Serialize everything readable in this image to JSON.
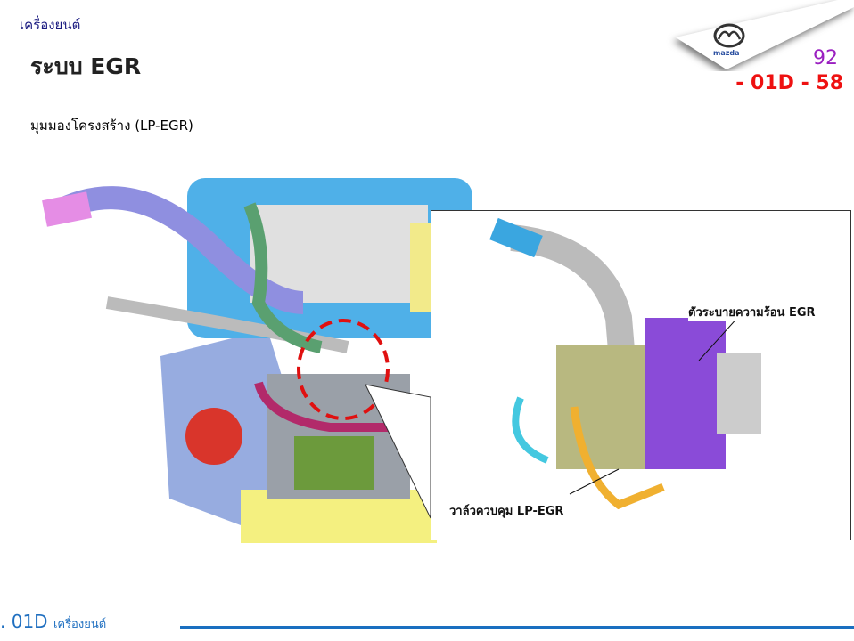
{
  "header": {
    "section": "เครื่องยนต์",
    "title": "ระบบ EGR",
    "subtitle": "มุมมองโครงสร้าง (LP-EGR)",
    "page_number": "92",
    "page_code": "- 01D - 58"
  },
  "logo": {
    "brand": "mazda"
  },
  "figure": {
    "callout_cooler": "ตัวระบายความร้อน EGR",
    "callout_valve": "วาล์วควบคุม LP-EGR"
  },
  "footer": {
    "code": ". 01D",
    "section": "เครื่องยนต์"
  },
  "colors": {
    "accent": "#1a6fc0",
    "code": "#ee1111",
    "page": "#9a1fc0"
  }
}
